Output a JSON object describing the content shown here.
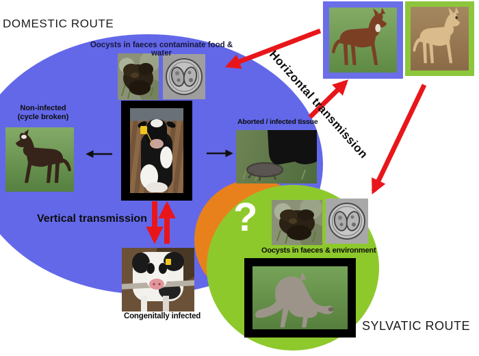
{
  "diagram": {
    "domestic_route_label": "DOMESTIC ROUTE",
    "sylvatic_route_label": "SYLVATIC ROUTE",
    "oocysts_domestic_label": "Oocysts in faeces contaminate food & water",
    "non_infected_line1": "Non-infected",
    "non_infected_line2": "(cycle broken)",
    "aborted_label": "Aborted / infected tissue",
    "vertical_label": "Vertical transmission",
    "horizontal_label": "Horizontal  transmission",
    "congenital_label": "Congenitally infected",
    "oocysts_sylvatic_label": "Oocysts in faeces & environment",
    "question_mark": "?"
  },
  "images": {
    "cow_center": "adult-dairy-cow",
    "calf_left": "non-infected-calf",
    "calf_bottom": "congenitally-infected-calf",
    "aborted_tissue": "cow-with-aborted-fetus",
    "faeces_domestic": "faeces-sample",
    "oocyst_domestic": "oocyst-micrograph",
    "faeces_sylvatic": "faeces-sample",
    "oocyst_sylvatic": "oocyst-micrograph",
    "dog_domestic": "farm-dog",
    "dog_sylvatic": "dingo",
    "kangaroo": "kangaroo"
  },
  "colors": {
    "domestic_blue": "#6368e8",
    "overlap_orange": "#e8811c",
    "sylvatic_green": "#8ec92c",
    "dog_frame_blue": "#6a6ee9",
    "dingo_frame_green": "#8dc63d",
    "arrow_red": "#e8161a",
    "arrow_black": "#111111",
    "question_white": "#ffffff",
    "oocyst_label_navy": "#16163e"
  }
}
